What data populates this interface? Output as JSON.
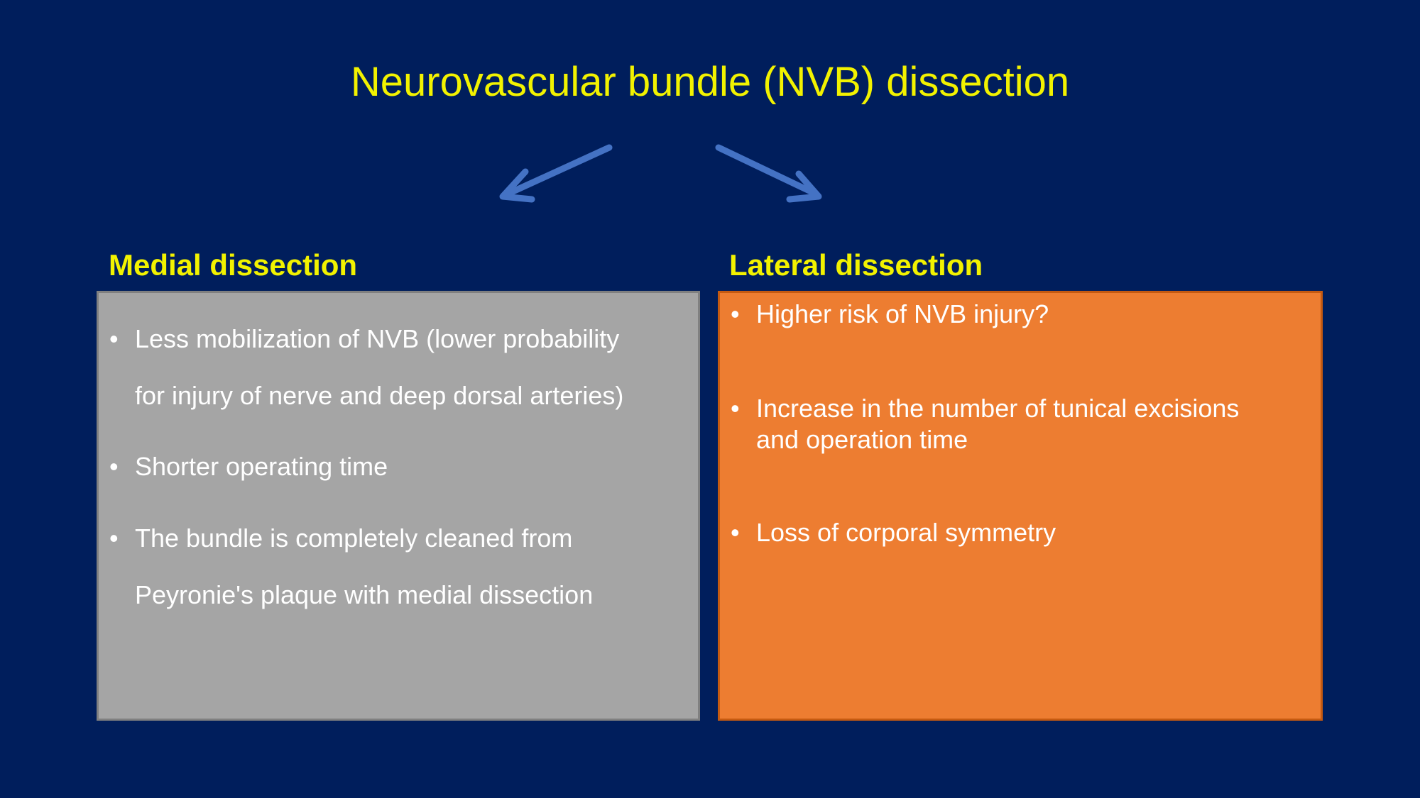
{
  "title": "Neurovascular bundle (NVB) dissection",
  "colors": {
    "background": "#001E5C",
    "title": "#F2F200",
    "arrow": "#4472C4",
    "medial_box": "#A5A5A5",
    "lateral_box": "#ED7D31",
    "bullet_text": "#FFFFFF"
  },
  "medial": {
    "heading": "Medial dissection",
    "bullets": [
      {
        "lines": [
          "Less mobilization of NVB (lower probability",
          "for injury of nerve and deep dorsal arteries)"
        ]
      },
      {
        "lines": [
          "Shorter operating time"
        ]
      },
      {
        "lines": [
          "The bundle is completely cleaned from",
          "Peyronie's plaque with medial dissection"
        ]
      }
    ]
  },
  "lateral": {
    "heading": "Lateral dissection",
    "bullets": [
      {
        "lines": [
          "Higher risk of NVB injury?"
        ]
      },
      {
        "lines": [
          "Increase in the number of tunical excisions",
          "and operation time"
        ]
      },
      {
        "lines": [
          "Loss of corporal symmetry"
        ]
      }
    ]
  },
  "bullet_symbol": "•"
}
